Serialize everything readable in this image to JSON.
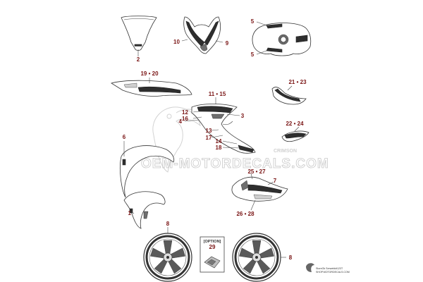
{
  "callouts": [
    {
      "id": "c2",
      "text": "2"
    },
    {
      "id": "c10",
      "text": "10"
    },
    {
      "id": "c9",
      "text": "9"
    },
    {
      "id": "c5a",
      "text": "5"
    },
    {
      "id": "c5b",
      "text": "5"
    },
    {
      "id": "c19",
      "text": "19 • 20"
    },
    {
      "id": "c21",
      "text": "21 • 23"
    },
    {
      "id": "c11",
      "text": "11 • 15"
    },
    {
      "id": "c12",
      "text": "12"
    },
    {
      "id": "c16",
      "text": "16"
    },
    {
      "id": "c4",
      "text": "4"
    },
    {
      "id": "c3",
      "text": "3"
    },
    {
      "id": "c13",
      "text": "13"
    },
    {
      "id": "c17",
      "text": "17"
    },
    {
      "id": "c14",
      "text": "14"
    },
    {
      "id": "c18",
      "text": "18"
    },
    {
      "id": "c22",
      "text": "22 • 24"
    },
    {
      "id": "c6",
      "text": "6"
    },
    {
      "id": "c25",
      "text": "25 • 27"
    },
    {
      "id": "c7",
      "text": "7"
    },
    {
      "id": "c26",
      "text": "26 • 28"
    },
    {
      "id": "c1",
      "text": "1"
    },
    {
      "id": "c8a",
      "text": "8"
    },
    {
      "id": "c29",
      "text": "29"
    },
    {
      "id": "c8b",
      "text": "8"
    }
  ],
  "option_box": {
    "label": "[OPTION]"
  },
  "watermark": {
    "main": "OEM-MOTORDECALS.COM",
    "sub": "CRIMSON"
  },
  "footer": {
    "line1": "StoreOk Serwebkit123T",
    "line2": "SHOP.MOTORDECALS.COM"
  },
  "colors": {
    "callout": "#7a1515",
    "line": "#333333"
  }
}
